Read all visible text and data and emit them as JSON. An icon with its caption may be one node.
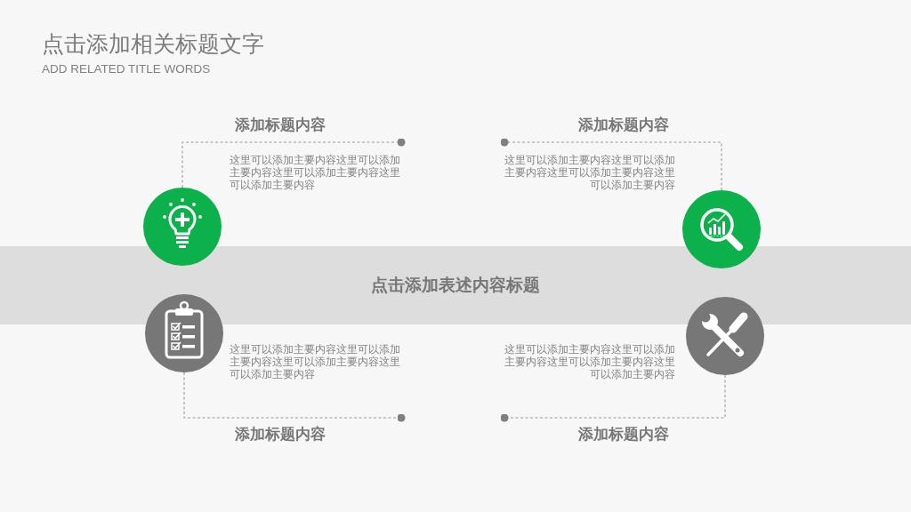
{
  "diagram": {
    "title": "点击添加相关标题文字",
    "nodes": [
      {
        "text": [],
        "shape": "circle",
        "beside": [
          "添加标题内容",
          "这里可以添加主要内容这里可以添加主要内容这里可以添加主要内容这里可以添加主要内容"
        ]
      },
      {
        "text": [],
        "shape": "circle",
        "beside": [
          "添加标题内容",
          "这里可以添加主要内容这里可以添加主要内容这里可以添加主要内容这里可以添加主要内容"
        ]
      },
      {
        "text": [
          "点击添加表述内容标题"
        ]
      },
      {
        "text": [],
        "shape": "circle",
        "beside": [
          "这里可以添加主要内容这里可以添加主要内容这里可以添加主要内容这里可以添加主要内容",
          "添加标题内容"
        ]
      },
      {
        "text": [],
        "shape": "circle",
        "beside": [
          "这里可以添加主要内容这里可以添加主要内容这里可以添加主要内容这里可以添加主要内容",
          "添加标题内容"
        ]
      }
    ],
    "edges": [
      {
        "from": 0,
        "to": null,
        "arrow": "other",
        "style": "dashed"
      },
      {
        "from": 1,
        "to": null,
        "arrow": "other",
        "style": "dashed"
      },
      {
        "from": 3,
        "to": null,
        "arrow": "other",
        "style": "dashed"
      },
      {
        "from": 4,
        "to": null,
        "arrow": "other",
        "style": "dashed"
      }
    ],
    "labels": [
      "ADD RELATED TITLE WORDS"
    ]
  }
}
